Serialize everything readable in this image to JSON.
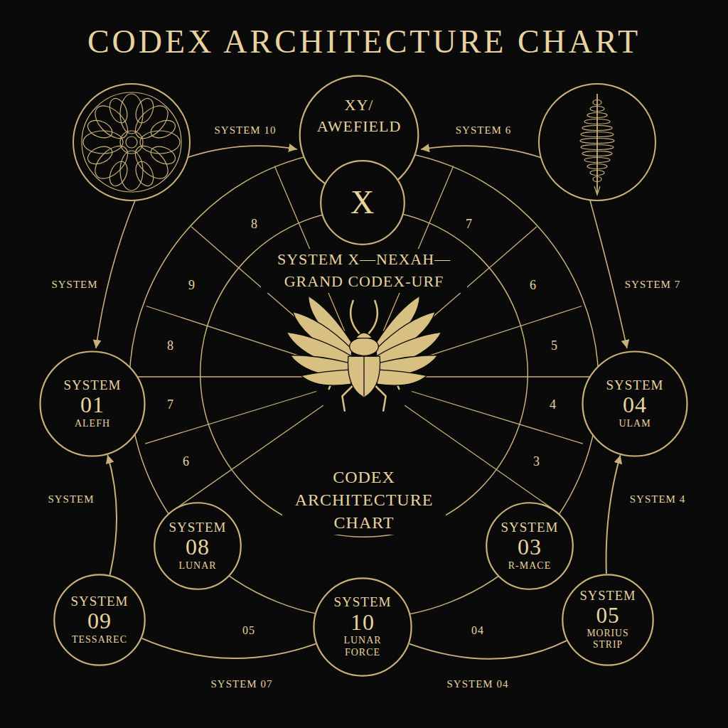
{
  "diagram": {
    "title": "CODEX ARCHITECTURE CHART",
    "nodes": [
      {
        "text": [
          "XY/ AWEFIELD"
        ]
      },
      {
        "text": [
          "X"
        ]
      },
      {
        "text": [
          "SYSTEM X—NEXAH— GRAND CODEX-URF",
          "CODEX ARCHITECTURE CHART"
        ]
      },
      {
        "text": [
          "SYSTEM",
          "01",
          "ALEFH"
        ]
      },
      {
        "text": [
          "SYSTEM",
          "04",
          "ULAM"
        ]
      },
      {
        "text": [
          "SYSTEM",
          "08",
          "LUNAR"
        ]
      },
      {
        "text": [
          "SYSTEM",
          "03",
          "R-MACE"
        ]
      },
      {
        "text": [
          "SYSTEM",
          "09",
          "TESSAREC"
        ]
      },
      {
        "text": [
          "SYSTEM",
          "10",
          "LUNAR FORCE"
        ]
      },
      {
        "text": [
          "SYSTEM",
          "05",
          "MORIUS STRIP"
        ]
      }
    ],
    "edges": [
      {
        "from": 7,
        "to": 3,
        "arrow": "to",
        "label": "SYSTEM"
      },
      {
        "from": 9,
        "to": 4,
        "arrow": "to",
        "label": "SYSTEM 4"
      },
      {
        "from": 7,
        "to": 8,
        "arrow": "none",
        "label": "SYSTEM 07"
      },
      {
        "from": 8,
        "to": 9,
        "arrow": "none",
        "label": "SYSTEM 04"
      }
    ],
    "labels": [
      "SYSTEM 10",
      "SYSTEM 6",
      "SYSTEM",
      "SYSTEM 7",
      "8",
      "9",
      "8",
      "7",
      "6",
      "7",
      "6",
      "5",
      "4",
      "3",
      "05",
      "04"
    ]
  }
}
